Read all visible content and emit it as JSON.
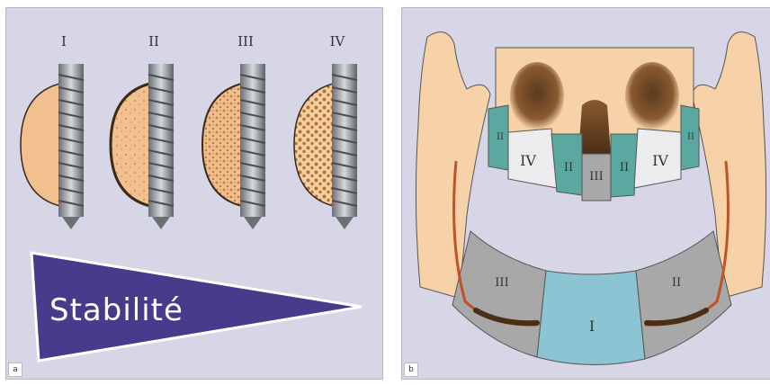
{
  "panel_a": {
    "letter": "a",
    "types": [
      "I",
      "II",
      "III",
      "IV"
    ],
    "wedge_label": "Stabilité"
  },
  "panel_b": {
    "letter": "b",
    "maxilla_zones": [
      "II",
      "IV",
      "II",
      "III",
      "II",
      "IV",
      "II"
    ],
    "mandible_zones": [
      "III",
      "I",
      "II"
    ]
  },
  "colors": {
    "background": "#d6d6e6",
    "bone": "#f2c08e",
    "bone_edge": "#3a2a1a",
    "implant": "#9ea4a8",
    "wedge": "#4a3a8c",
    "zone_I": "#8cc4d4",
    "zone_II": "#5aa8a0",
    "zone_III": "#a8a8a8",
    "zone_IV": "#ececee",
    "skin": "#f7d2a8"
  }
}
